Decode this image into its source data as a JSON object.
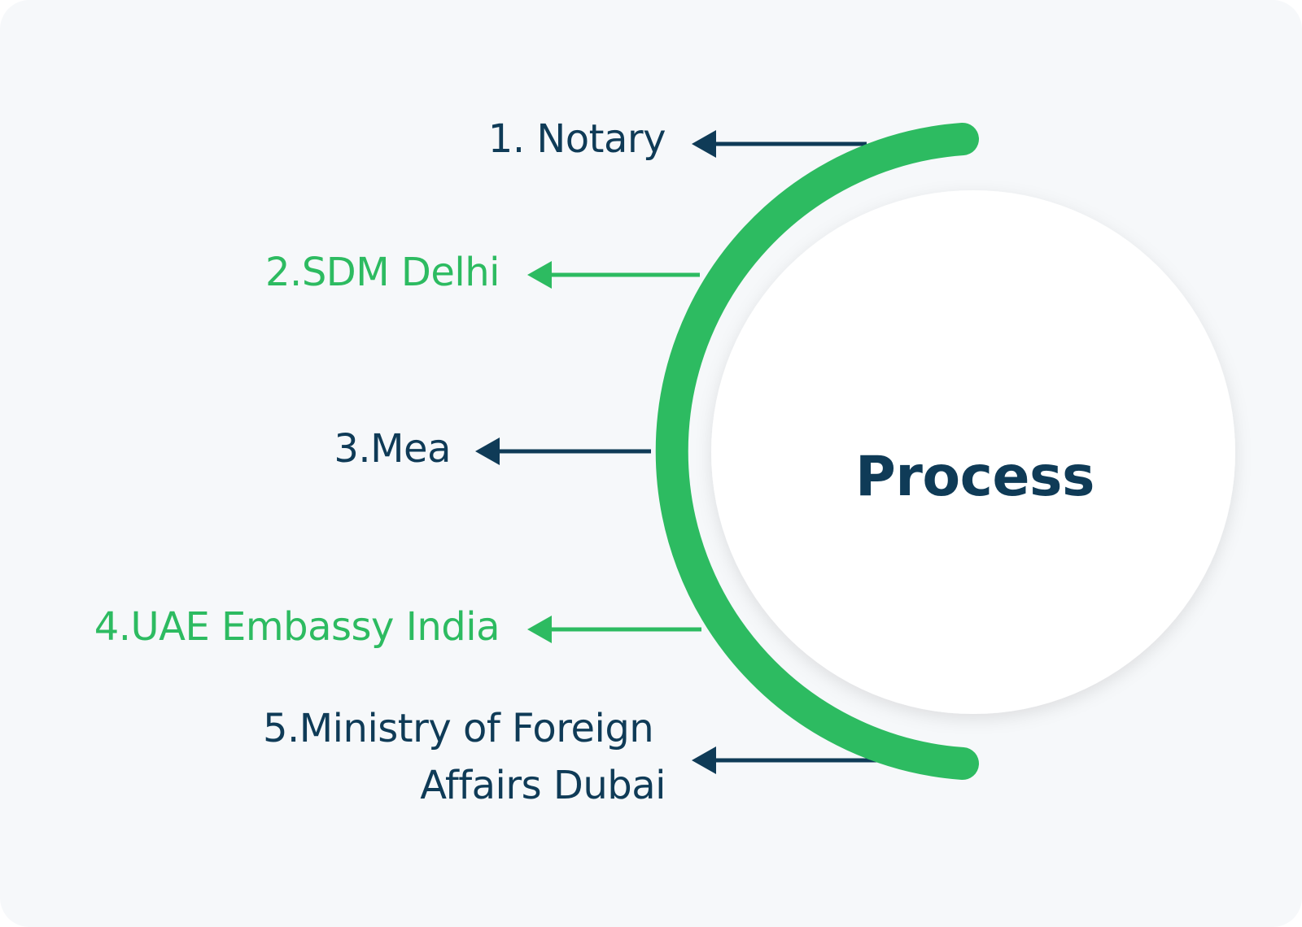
{
  "diagram": {
    "center_label": "Process",
    "steps": [
      {
        "label": "1. Notary",
        "lines": [
          "1. Notary"
        ],
        "highlighted": false
      },
      {
        "label": "2.SDM Delhi",
        "lines": [
          "2.SDM Delhi"
        ],
        "highlighted": true
      },
      {
        "label": "3.Mea",
        "lines": [
          "3.Mea"
        ],
        "highlighted": false
      },
      {
        "label": "4.UAE Embassy India",
        "lines": [
          "4.UAE Embassy India"
        ],
        "highlighted": true
      },
      {
        "label": "5.Ministry of Foreign Affairs Dubai",
        "lines": [
          "5.Ministry of Foreign",
          "Affairs Dubai"
        ],
        "highlighted": false
      }
    ]
  },
  "colors": {
    "background": "#f6f8fa",
    "navy": "#0f3b57",
    "green": "#2dbb61",
    "circle": "#ffffff"
  }
}
